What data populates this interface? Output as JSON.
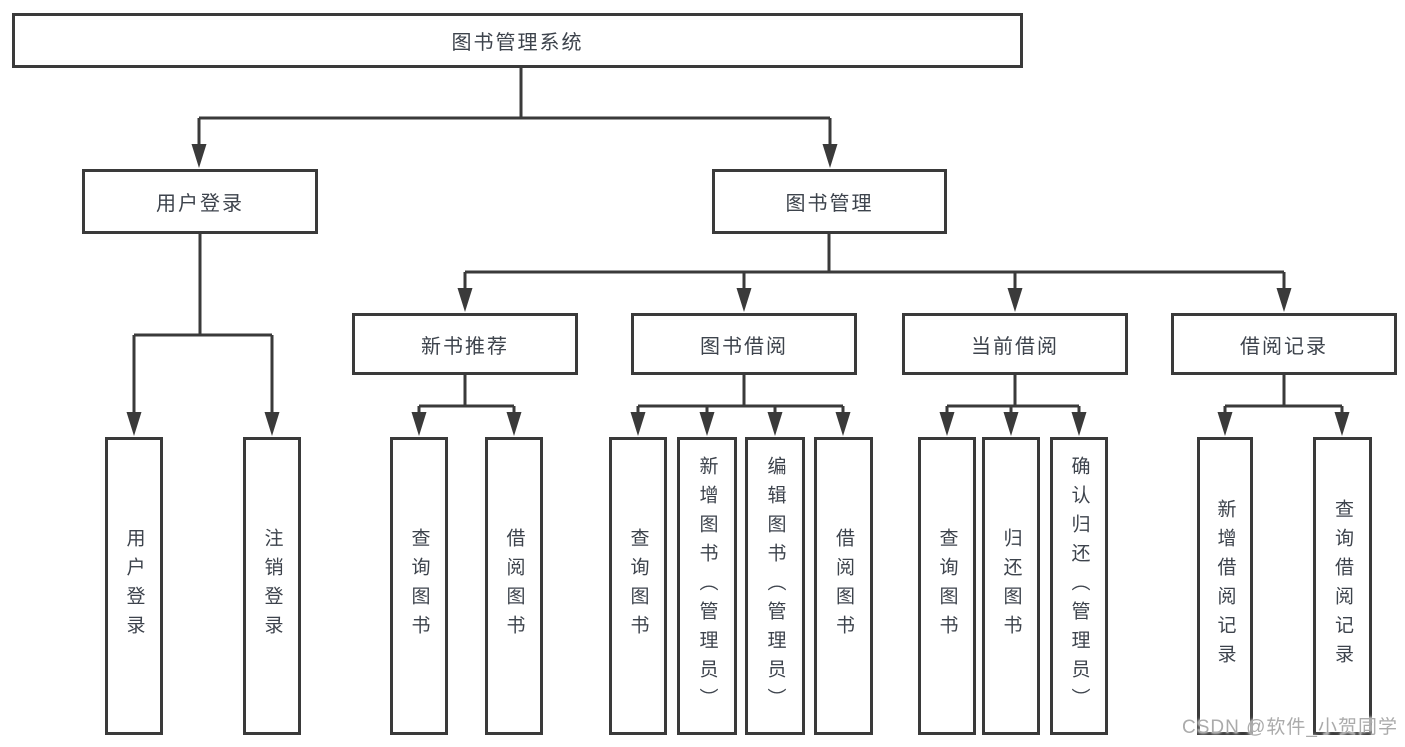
{
  "diagram": {
    "root": {
      "label": "图书管理系统",
      "children": [
        {
          "label": "用户登录",
          "children": [
            {
              "label": "用户登录"
            },
            {
              "label": "注销登录"
            }
          ]
        },
        {
          "label": "图书管理",
          "children": [
            {
              "label": "新书推荐",
              "children": [
                {
                  "label": "查询图书"
                },
                {
                  "label": "借阅图书"
                }
              ]
            },
            {
              "label": "图书借阅",
              "children": [
                {
                  "label": "查询图书"
                },
                {
                  "label": "新增图书（管理员）"
                },
                {
                  "label": "编辑图书（管理员）"
                },
                {
                  "label": "借阅图书"
                }
              ]
            },
            {
              "label": "当前借阅",
              "children": [
                {
                  "label": "查询图书"
                },
                {
                  "label": "归还图书"
                },
                {
                  "label": "确认归还（管理员）"
                }
              ]
            },
            {
              "label": "借阅记录",
              "children": [
                {
                  "label": "新增借阅记录"
                },
                {
                  "label": "查询借阅记录"
                }
              ]
            }
          ]
        }
      ]
    }
  },
  "watermark": {
    "text": "CSDN @软件_小贺同学"
  },
  "colors": {
    "line": "#3a3a3a",
    "text": "#3d434c",
    "watermark": "#ababab",
    "background": "#ffffff"
  }
}
